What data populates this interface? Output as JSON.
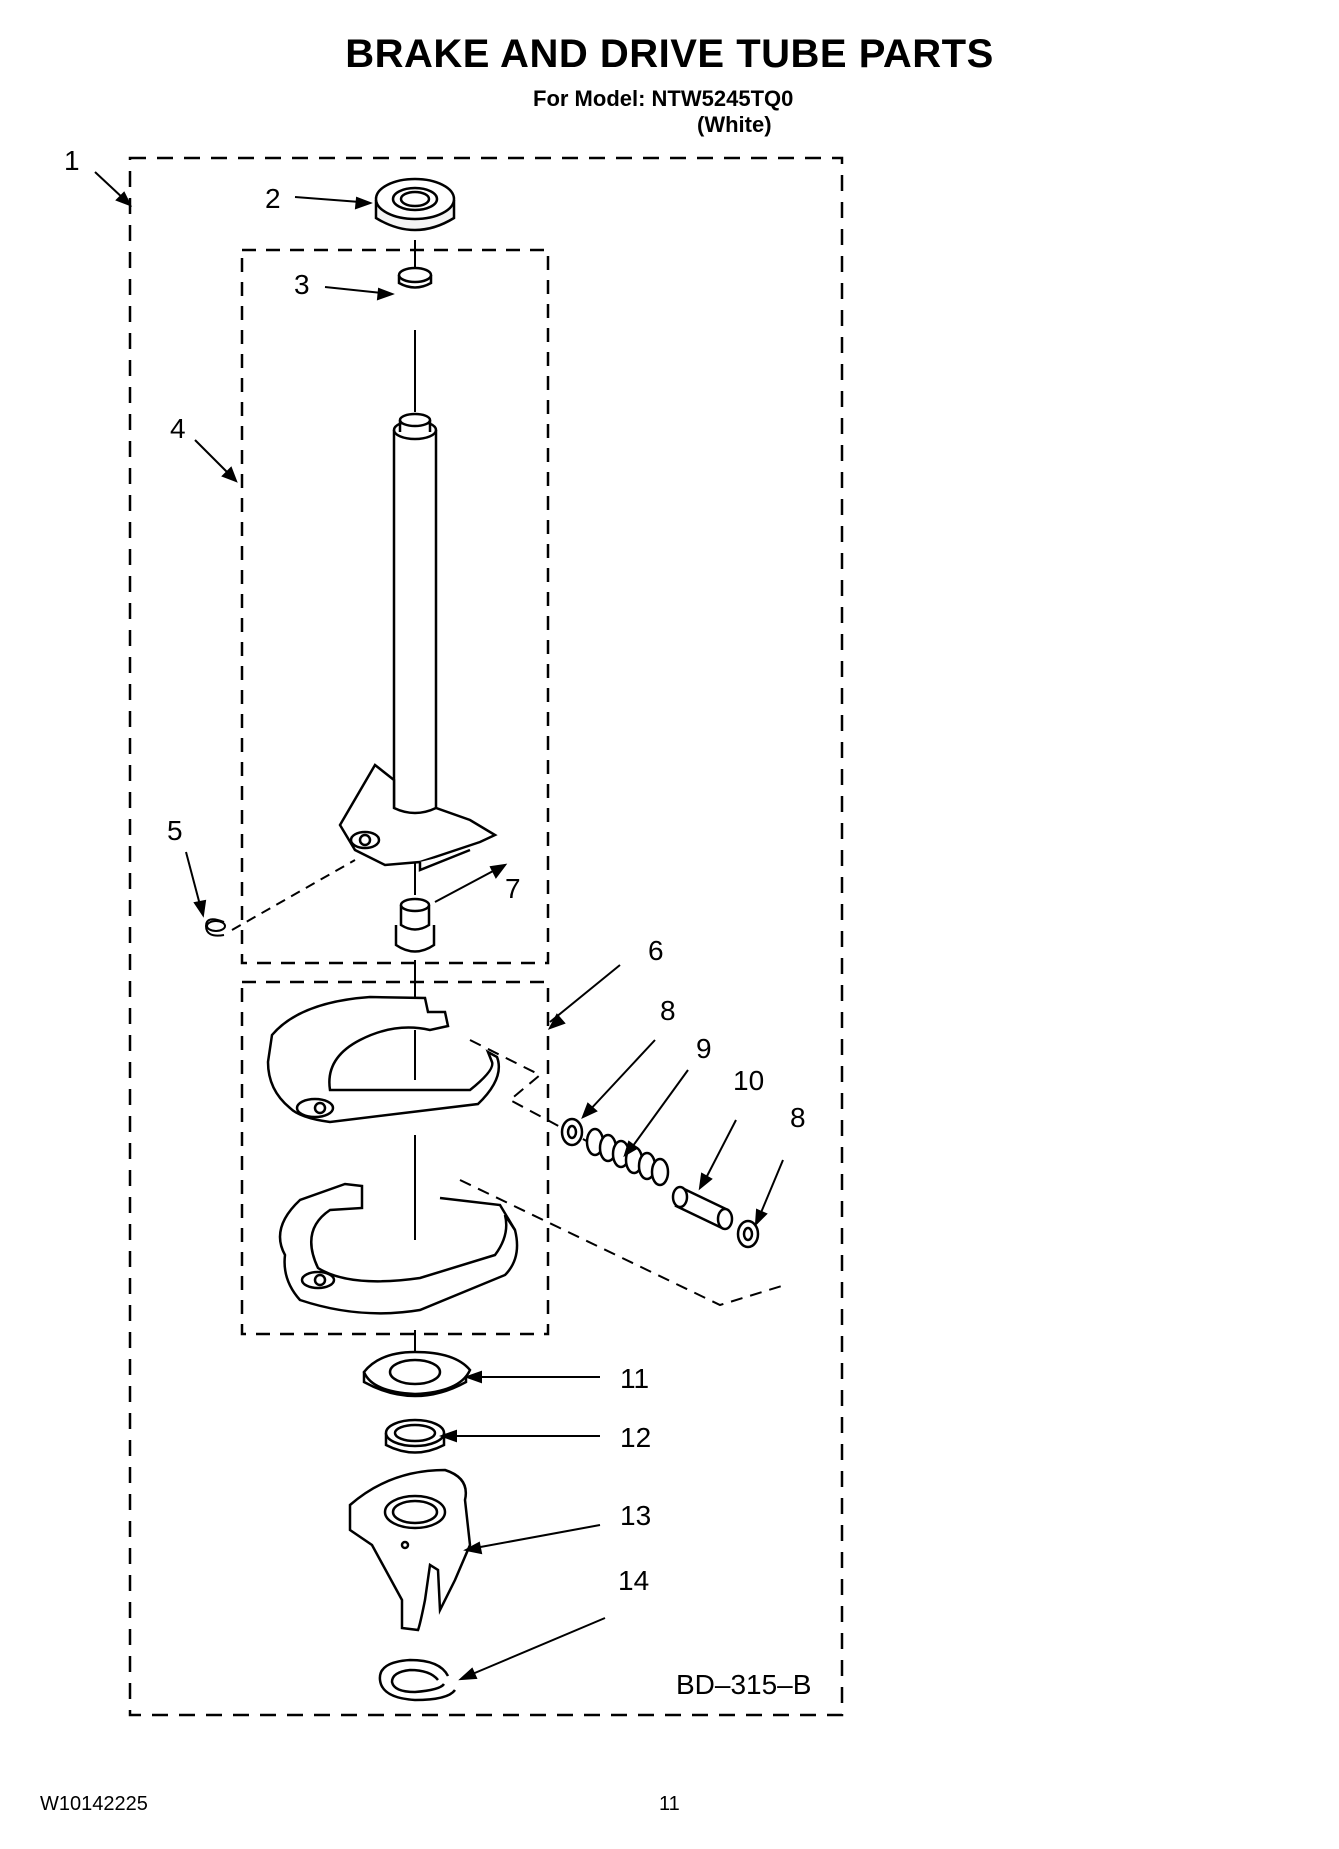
{
  "header": {
    "title": "BRAKE AND DRIVE TUBE PARTS",
    "model_line": "For Model: NTW5245TQ0",
    "color_line": "(White)"
  },
  "diagram": {
    "code": "BD–315–B",
    "callouts": [
      "1",
      "2",
      "3",
      "4",
      "5",
      "6",
      "7",
      "8",
      "9",
      "10",
      "8",
      "11",
      "12",
      "13",
      "14"
    ]
  },
  "footer": {
    "doc_number": "W10142225",
    "page_number": "11"
  }
}
